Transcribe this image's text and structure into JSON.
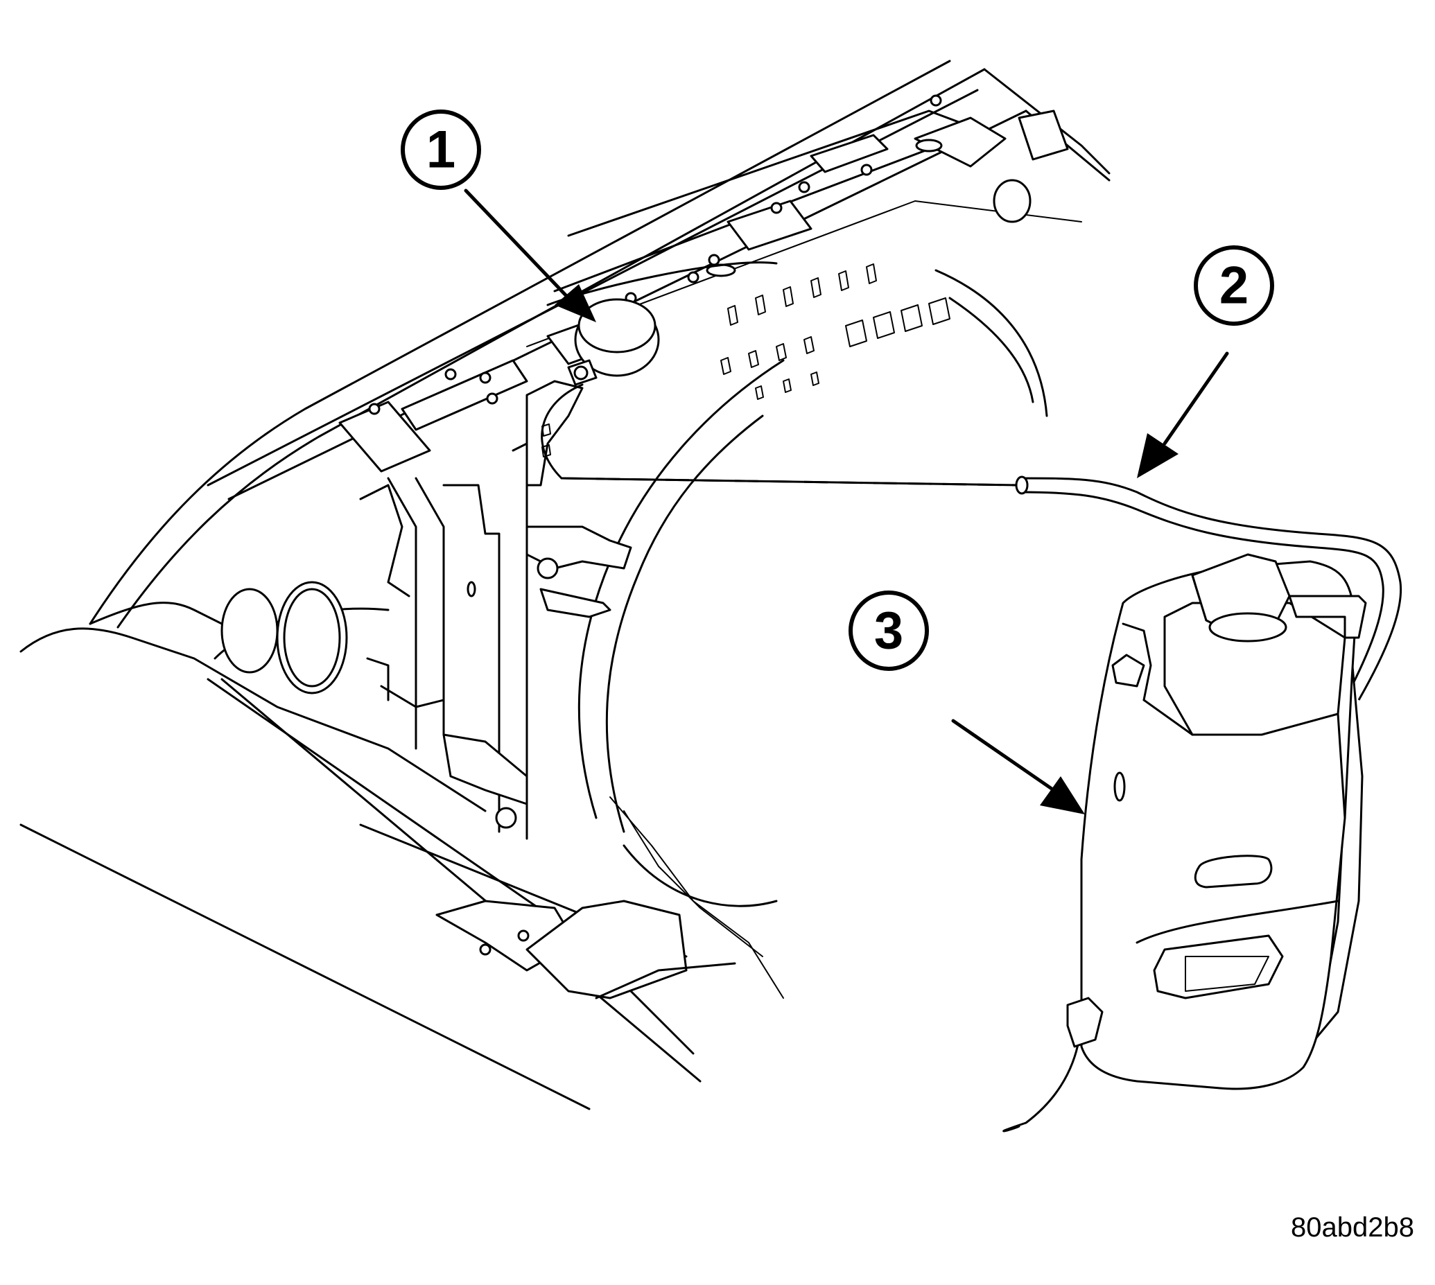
{
  "figure_id": "80abd2b8",
  "callouts": [
    {
      "number": "1"
    },
    {
      "number": "2"
    },
    {
      "number": "3"
    }
  ]
}
